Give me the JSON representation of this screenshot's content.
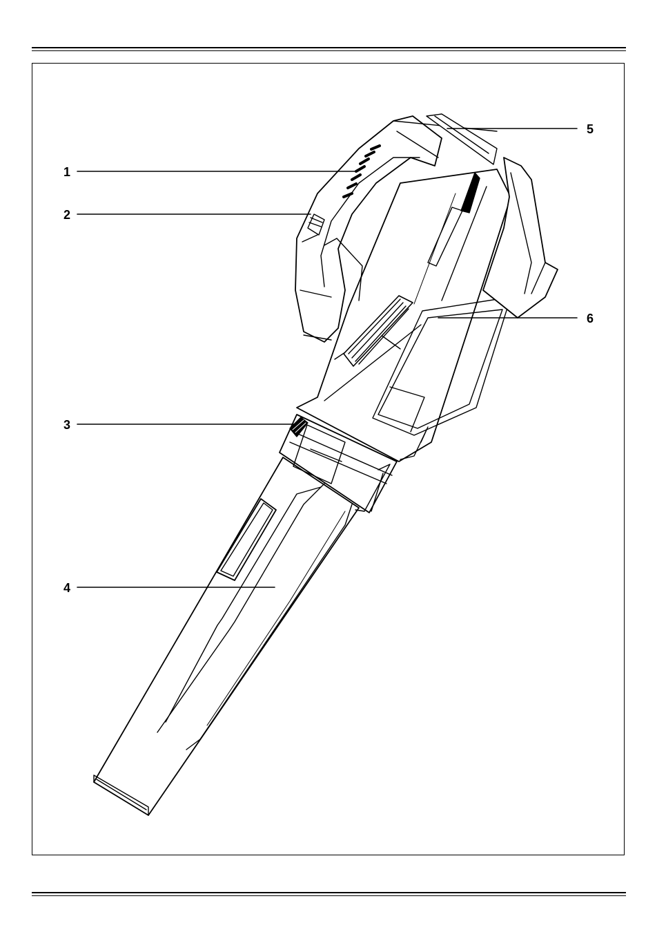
{
  "figure": {
    "subject": "leaf-blower-illustration",
    "callouts": [
      {
        "id": "callout-1",
        "number": "1"
      },
      {
        "id": "callout-2",
        "number": "2"
      },
      {
        "id": "callout-3",
        "number": "3"
      },
      {
        "id": "callout-4",
        "number": "4"
      },
      {
        "id": "callout-5",
        "number": "5"
      },
      {
        "id": "callout-6",
        "number": "6"
      }
    ]
  },
  "colors": {
    "ink": "#000000",
    "paper": "#ffffff",
    "shade": "#d8d8d8"
  }
}
